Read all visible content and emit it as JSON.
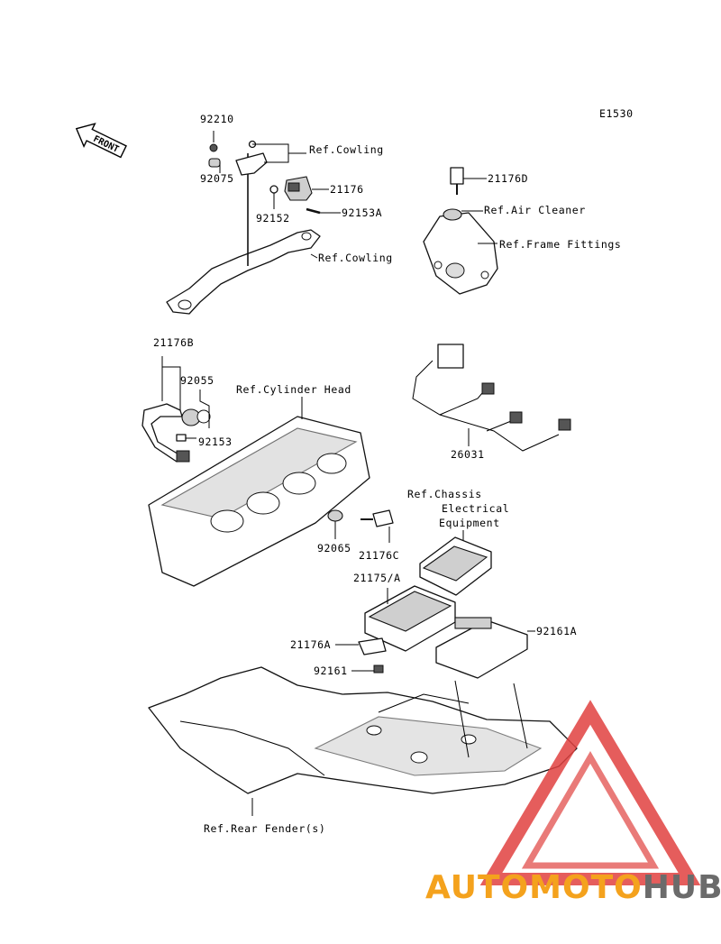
{
  "diagram_code": "E1530",
  "front_label": "FRONT",
  "labels": {
    "p92210": "92210",
    "p92075": "92075",
    "p92152": "92152",
    "p21176": "21176",
    "p92153A": "92153A",
    "ref_cowling_1": "Ref.Cowling",
    "ref_cowling_2": "Ref.Cowling",
    "p21176D": "21176D",
    "ref_air_cleaner": "Ref.Air Cleaner",
    "ref_frame_fittings": "Ref.Frame Fittings",
    "p21176B": "21176B",
    "p92055": "92055",
    "p92153": "92153",
    "ref_cylinder_head": "Ref.Cylinder Head",
    "p26031": "26031",
    "ref_chassis_1": "Ref.Chassis",
    "ref_chassis_2": "Electrical",
    "ref_chassis_3": "Equipment",
    "p92065": "92065",
    "p21176C": "21176C",
    "p21175A": "21175/A",
    "p92161A": "92161A",
    "p21176A": "21176A",
    "p92161": "92161",
    "ref_rear_fender": "Ref.Rear Fender(s)"
  },
  "watermark": {
    "part1": "AUTOMOTO",
    "part2": "HUB",
    "color_orange": "#f4a21d",
    "color_red": "#e0413f",
    "color_gray": "#6b6b6b"
  }
}
